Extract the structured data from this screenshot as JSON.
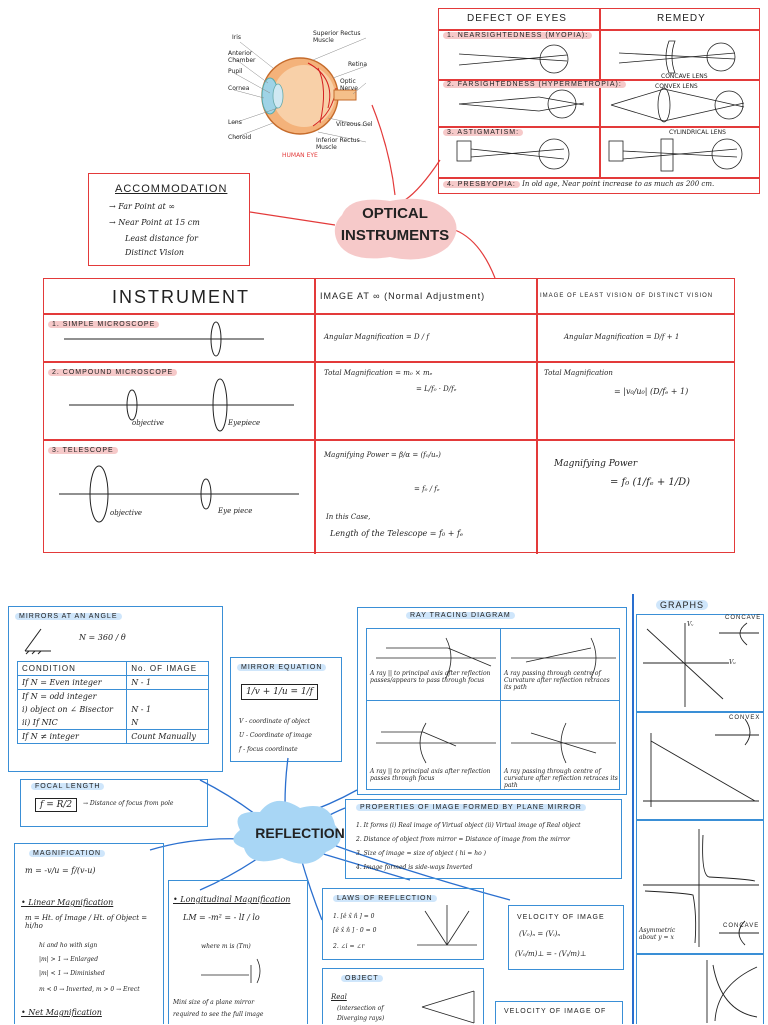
{
  "eye": {
    "caption": "HUMAN EYE",
    "labels": [
      "Iris",
      "Anterior Chamber",
      "Pupil",
      "Cornea",
      "Lens",
      "Choroid",
      "Superior Rectus Muscle",
      "Retina",
      "Optic Nerve",
      "Vitreous Gel",
      "Inferior Rectus Muscle"
    ]
  },
  "defects": {
    "header_left": "DEFECT OF EYES",
    "header_right": "REMEDY",
    "rows": [
      {
        "title": "1. NEARSIGHTEDNESS (MYOPIA):",
        "remedy_label": "CONCAVE LENS"
      },
      {
        "title": "2. FARSIGHTEDNESS (HYPERMETROPIA):",
        "remedy_label": "CONVEX LENS"
      },
      {
        "title": "3. ASTIGMATISM:",
        "remedy_label": "CYLINDRICAL LENS"
      }
    ],
    "presbyopia_title": "4. PRESBYOPIA:",
    "presbyopia_text": "In old age, Near point increase to as much as 200 cm."
  },
  "accommodation": {
    "title": "ACCOMMODATION",
    "line1": "→ Far Point at ∞",
    "line2": "→ Near Point at 15 cm",
    "line3": "Least distance for",
    "line4": "Distinct Vision"
  },
  "center_title": {
    "line1": "OPTICAL",
    "line2": "INSTRUMENTS"
  },
  "instrument_table": {
    "col1": "INSTRUMENT",
    "col2": "IMAGE AT ∞ (Normal Adjustment)",
    "col3": "IMAGE OF LEAST VISION OF DISTINCT VISION",
    "simple": {
      "name": "1. SIMPLE MICROSCOPE",
      "f1": "Angular Magnification = D / f",
      "f2": "Angular Magnification = D/f + 1"
    },
    "compound": {
      "name": "2. COMPOUND MICROSCOPE",
      "objective": "objective",
      "eyepiece": "Eyepiece",
      "f1a": "Total Magnification = m₀ × mₑ",
      "f1b": "= L/f₀ · D/fₑ",
      "f2a": "Total Magnification",
      "f2b": "= |v₀/u₀| (D/fₑ + 1)"
    },
    "telescope": {
      "name": "3. TELESCOPE",
      "objective": "objective",
      "eyepiece": "Eye piece",
      "f1a": "Magnifying Power = β/α = (f₀/uₑ)",
      "f1b": "= f₀ / fₑ",
      "f1c": "In this Case,",
      "f1d": "Length of the Telescope = f₀ + fₑ",
      "f2a": "Magnifying Power",
      "f2b": "= f₀ (1/fₑ + 1/D)"
    }
  },
  "mirrors_angle": {
    "title": "MIRRORS AT AN ANGLE",
    "formula": "N = 360 / θ",
    "col1": "CONDITION",
    "col2": "No. OF IMAGE",
    "rows": [
      [
        "If N = Even integer",
        "N - 1"
      ],
      [
        "If N = odd integer",
        ""
      ],
      [
        "i) object on ∠ Bisector",
        "N - 1"
      ],
      [
        "ii) If NIC",
        "N"
      ],
      [
        "If N ≠ integer",
        "Count Manually"
      ]
    ]
  },
  "mirror_equation": {
    "title": "MIRROR EQUATION",
    "formula": "1/v + 1/u = 1/f",
    "l1": "V - coordinate of object",
    "l2": "U - Coordinate of image",
    "l3": "f - focus coordinate"
  },
  "focal_length": {
    "title": "FOCAL LENGTH",
    "formula": "f = R/2",
    "desc": "→ Distance of focus from pole"
  },
  "reflection": "REFLECTION",
  "ray_tracing": {
    "title": "RAY TRACING DIAGRAM",
    "c1": "A ray || to principal axis after reflection passes/appears to pass through focus",
    "c2": "A ray passing through centre of Curvature after reflection retraces its path",
    "c3": "A ray || to principal axis after reflection passes through focus",
    "c4": "A ray passing through centre of curvature after reflection retraces its path"
  },
  "plane_mirror": {
    "title": "PROPERTIES OF IMAGE FORMED BY PLANE MIRROR",
    "p1": "1. It forms (i) Real image of Virtual object (ii) Virtual image of Real object",
    "p2": "2. Distance of object from mirror = Distance of image from the mirror",
    "p3": "3. Size of image = size of object ( hi = ho )",
    "p4": "4. Image formed is side-ways Inverted"
  },
  "magnification": {
    "title": "MAGNIFICATION",
    "f1": "m = -v/u = f/(v-u)",
    "lin_title": "• Linear Magnification",
    "lin_f": "m = Ht. of Image / Ht. of Object = hi/ho",
    "l1": "hi and ho with sign",
    "l2": "|m| > 1 → Enlarged",
    "l3": "|m| < 1 → Diminished",
    "l4": "m < 0 → Inverted, m > 0 → Erect",
    "net": "• Net Magnification"
  },
  "longitudinal": {
    "title": "• Longitudinal Magnification",
    "f": "LM = -m² = - lI / lo",
    "where": "where m is (Tm)",
    "mini1": "Mini size of a plane mirror",
    "mini2": "required to see the full image"
  },
  "laws": {
    "title": "LAWS OF REFLECTION",
    "l1": "1. [ê x̂ n̂ ] = 0",
    "l1b": "[ê x̂ n̂ ] · 0 = 0",
    "l2": "2. ∠i = ∠r"
  },
  "object_box": {
    "title": "OBJECT",
    "l1": "Real",
    "l2": "(intersection of",
    "l3": "Diverging rays)"
  },
  "velocity_image": {
    "title": "VELOCITY OF IMAGE",
    "l1": "(V₀)ₙ = (Vᵢ)ₙ",
    "l2": "(V₀/m)⊥ = - (Vᵢ/m)⊥"
  },
  "velocity_image2": {
    "title": "VELOCITY OF IMAGE OF"
  },
  "graphs": {
    "title": "GRAPHS",
    "g1": "CONCAVE",
    "g2": "CONVEX",
    "g3": "Asymmetric about y = x",
    "g4": "CONCAVE",
    "ax_v": "Vᵥ",
    "ax_u": "Vᵤ"
  }
}
